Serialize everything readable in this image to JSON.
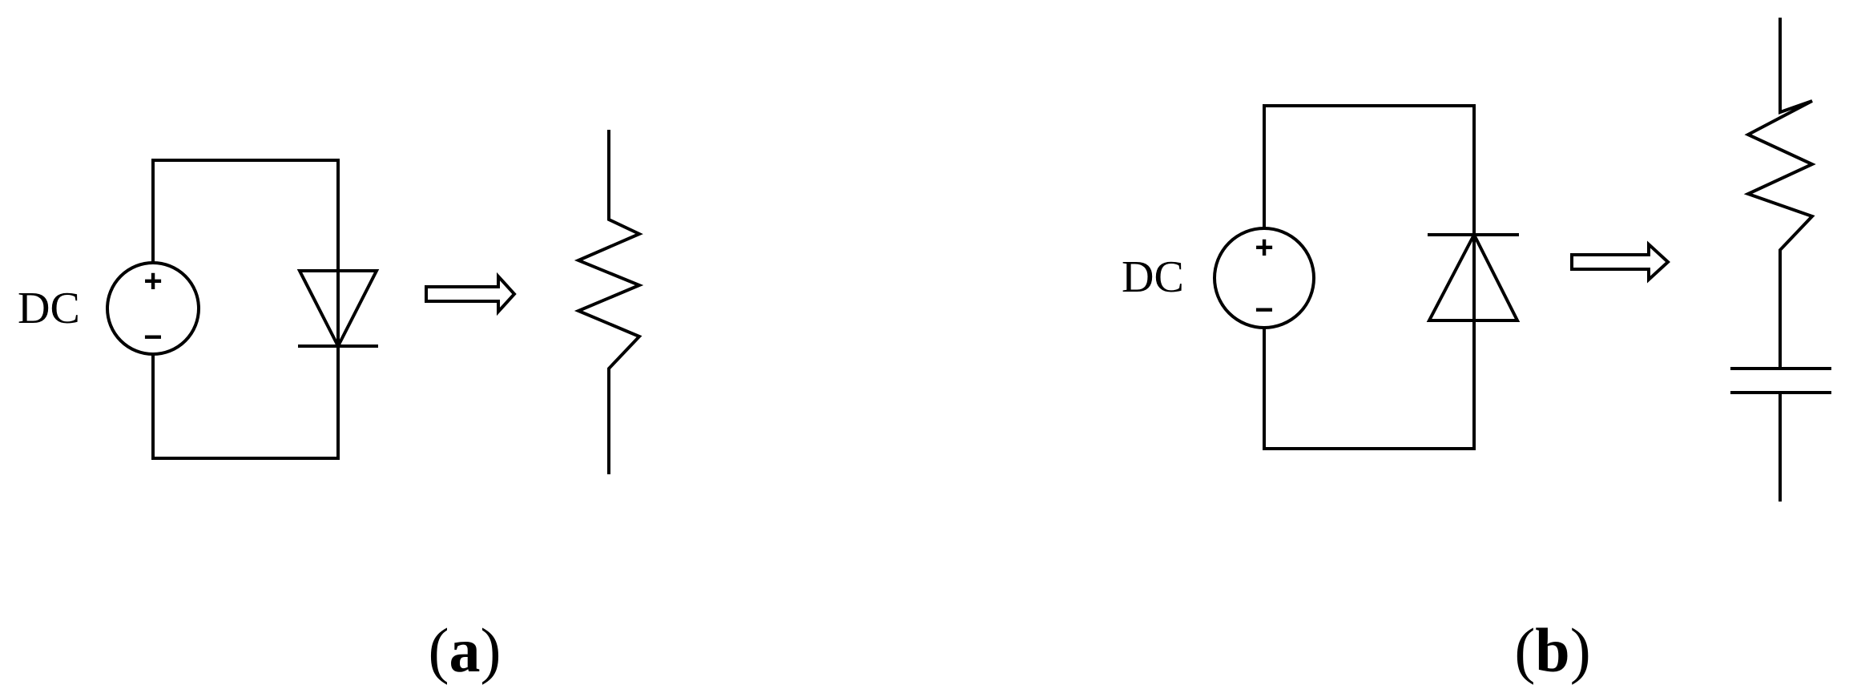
{
  "colors": {
    "ink": "#000000",
    "background": "#ffffff"
  },
  "panel_a": {
    "source_label": "DC",
    "plus": "+",
    "minus": "−",
    "caption_open": "(",
    "caption_letter": "a",
    "caption_close": ")"
  },
  "panel_b": {
    "source_label": "DC",
    "plus": "+",
    "minus": "−",
    "caption_open": "(",
    "caption_letter": "b",
    "caption_close": ")"
  }
}
